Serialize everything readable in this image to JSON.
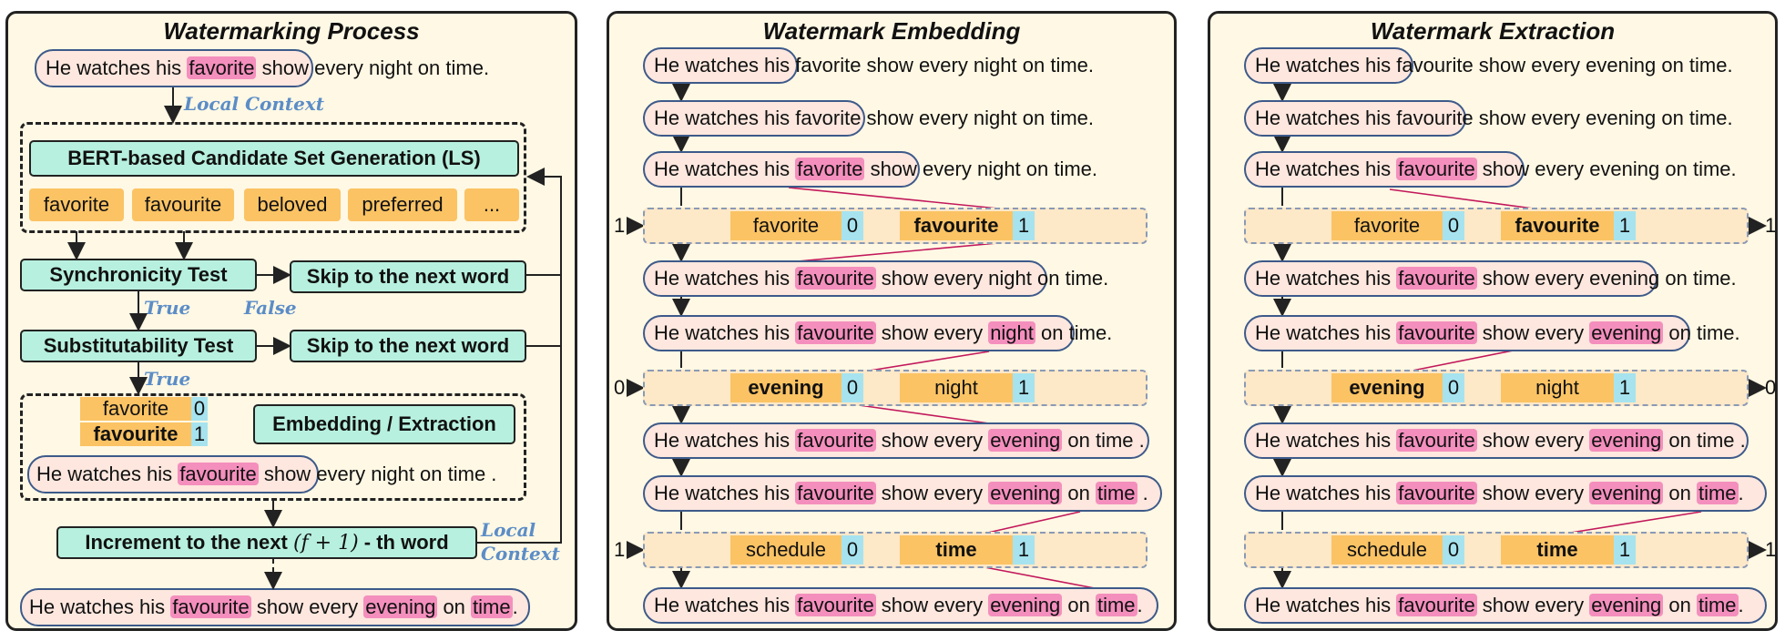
{
  "process": {
    "title": "Watermarking Process",
    "top_sentence": {
      "pre": "He watches his",
      "hl": "favorite",
      "post": "show",
      "rest": "every night on time."
    },
    "local_context_1": "Local Context",
    "ls_title": "BERT-based Candidate Set Generation (LS)",
    "candidates": [
      "favorite",
      "favourite",
      "beloved",
      "preferred",
      "..."
    ],
    "sync_test": "Synchronicity Test",
    "skip_1": "Skip to the next word",
    "true_1": "True",
    "false_1": "False",
    "subst_test": "Substitutability Test",
    "skip_2": "Skip to the next word",
    "true_2": "True",
    "embed_cands": [
      {
        "word": "favorite",
        "bit": "0"
      },
      {
        "word": "favourite",
        "bit": "1"
      }
    ],
    "embed_label": "Embedding / Extraction",
    "embed_sentence": {
      "pre": "He watches his",
      "hl": "favourite",
      "post": "show",
      "rest": "every night on time ."
    },
    "increment_pre": "Increment to the next",
    "increment_math": "(f + 1)",
    "increment_post": "- th word",
    "local_context_2a": "Local",
    "local_context_2b": "Context",
    "final_sentence": {
      "p1": "He watches his",
      "h1": "favourite",
      "p2": "show every",
      "h2": "evening",
      "p3": "on",
      "h3": "time",
      "p4": "."
    }
  },
  "embedding": {
    "title": "Watermark Embedding",
    "rows": [
      {
        "in": [
          "He watches his"
        ],
        "out": "favorite show every night on time."
      },
      {
        "in": [
          "He watches his favorite"
        ],
        "out": "show every night on time."
      },
      {
        "in": [
          "He watches his ",
          "favorite",
          " show"
        ],
        "out": "every night on time."
      },
      {
        "in": [
          "He watches his ",
          "favourite",
          " show every night"
        ],
        "out": "on time."
      },
      {
        "in": [
          "He watches his ",
          "favourite",
          " show every ",
          "night",
          " on"
        ],
        "out": "time."
      },
      {
        "in": [
          "He watches his ",
          "favourite",
          " show every ",
          "evening",
          " on time"
        ],
        "out": "."
      },
      {
        "in": [
          "He watches his ",
          "favourite",
          " show every ",
          "evening",
          " on ",
          "time",
          " ."
        ],
        "out": ""
      },
      {
        "in": [
          "He watches his ",
          "favourite",
          " show every ",
          "evening",
          " on ",
          "time",
          "."
        ],
        "out": ""
      }
    ],
    "cand_rows": [
      {
        "bit_in": "1",
        "a": "favorite",
        "a_bit": "0",
        "b": "favourite",
        "b_bit": "1"
      },
      {
        "bit_in": "0",
        "a": "evening",
        "a_bit": "0",
        "b": "night",
        "b_bit": "1"
      },
      {
        "bit_in": "1",
        "a": "schedule",
        "a_bit": "0",
        "b": "time",
        "b_bit": "1"
      }
    ]
  },
  "extraction": {
    "title": "Watermark Extraction",
    "rows": [
      {
        "in": [
          "He watches his"
        ],
        "out": "favourite show every evening on time."
      },
      {
        "in": [
          "He watches his favourite"
        ],
        "out": "show every evening on time."
      },
      {
        "in": [
          "He watches his ",
          "favourite",
          " show"
        ],
        "out": "every evening on time."
      },
      {
        "in": [
          "He watches his ",
          "favourite",
          " show every evening"
        ],
        "out": "on time."
      },
      {
        "in": [
          "He watches his ",
          "favourite",
          " show every ",
          "evening",
          " on"
        ],
        "out": "time."
      },
      {
        "in": [
          "He watches his ",
          "favourite",
          " show every ",
          "evening",
          " on time"
        ],
        "out": "."
      },
      {
        "in": [
          "He watches his ",
          "favourite",
          " show every ",
          "evening",
          " on ",
          "time",
          "."
        ],
        "out": ""
      },
      {
        "in": [
          "He watches his ",
          "favourite",
          " show every ",
          "evening",
          " on ",
          "time",
          "."
        ],
        "out": ""
      }
    ],
    "cand_rows": [
      {
        "bit_out": "1",
        "a": "favorite",
        "a_bit": "0",
        "b": "favourite",
        "b_bit": "1"
      },
      {
        "bit_out": "0",
        "a": "evening",
        "a_bit": "0",
        "b": "night",
        "b_bit": "1"
      },
      {
        "bit_out": "1",
        "a": "schedule",
        "a_bit": "0",
        "b": "time",
        "b_bit": "1"
      }
    ]
  },
  "colors": {
    "highlight_pink": "#f48fbd",
    "candidate_orange": "#fbc364",
    "bit_cyan": "#a6e3ef",
    "green_box": "#b7f0de",
    "panel_bg": "#fff8e4",
    "arrow_magenta": "#c2185b"
  }
}
